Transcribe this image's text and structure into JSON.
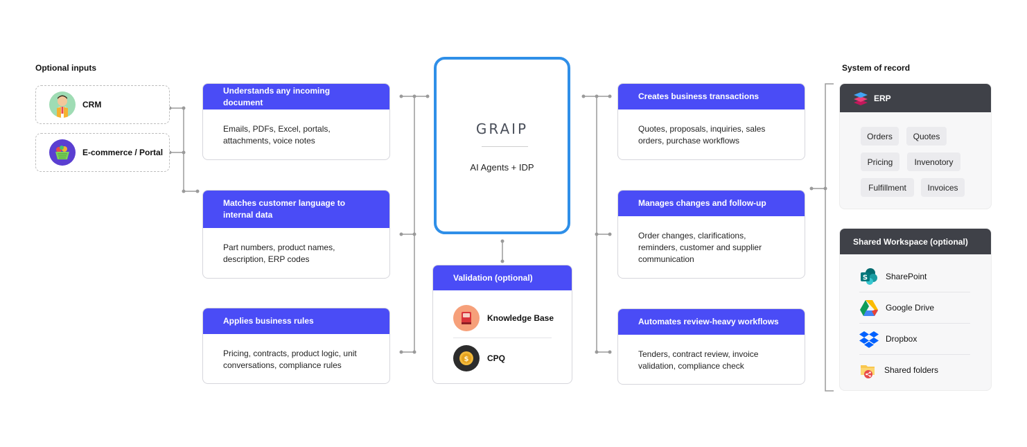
{
  "inputs": {
    "title": "Optional inputs",
    "items": [
      {
        "label": "CRM",
        "icon": "person-icon"
      },
      {
        "label": "E-commerce / Portal",
        "icon": "shopping-basket-icon"
      }
    ]
  },
  "capabilities_left": [
    {
      "title": "Understands any incoming document",
      "body": "Emails, PDFs, Excel, portals, attachments, voice notes"
    },
    {
      "title": "Matches customer language to internal data",
      "body": "Part numbers, product names, description, ERP codes"
    },
    {
      "title": "Applies business rules",
      "body": "Pricing, contracts, product logic, unit conversations, compliance rules"
    }
  ],
  "center": {
    "logo": "GRAIP",
    "subtitle": "AI Agents + IDP"
  },
  "validation": {
    "title": "Validation (optional)",
    "items": [
      {
        "label": "Knowledge Base",
        "icon": "book-icon"
      },
      {
        "label": "CPQ",
        "icon": "coin-icon"
      }
    ]
  },
  "capabilities_right": [
    {
      "title": "Creates business transactions",
      "body": "Quotes, proposals, inquiries, sales orders, purchase workflows"
    },
    {
      "title": "Manages changes and follow-up",
      "body": "Order changes, clarifications, reminders, customer and supplier communication"
    },
    {
      "title": "Automates review-heavy workflows",
      "body": "Tenders, contract review, invoice validation, compliance check"
    }
  ],
  "system_of_record": {
    "title": "System of record",
    "erp": {
      "title": "ERP",
      "chips": [
        "Orders",
        "Quotes",
        "Pricing",
        "Invenotory",
        "Fulfillment",
        "Invoices"
      ]
    },
    "workspace": {
      "title": "Shared Workspace (optional)",
      "items": [
        {
          "label": "SharePoint",
          "icon": "sharepoint-icon"
        },
        {
          "label": "Google Drive",
          "icon": "google-drive-icon"
        },
        {
          "label": "Dropbox",
          "icon": "dropbox-icon"
        },
        {
          "label": "Shared folders",
          "icon": "shared-folder-icon"
        }
      ]
    }
  },
  "colors": {
    "accent": "#4a4cf6",
    "center_border": "#2f8fe8",
    "dark_header": "#3f4148",
    "connector": "#9a9a9a"
  }
}
